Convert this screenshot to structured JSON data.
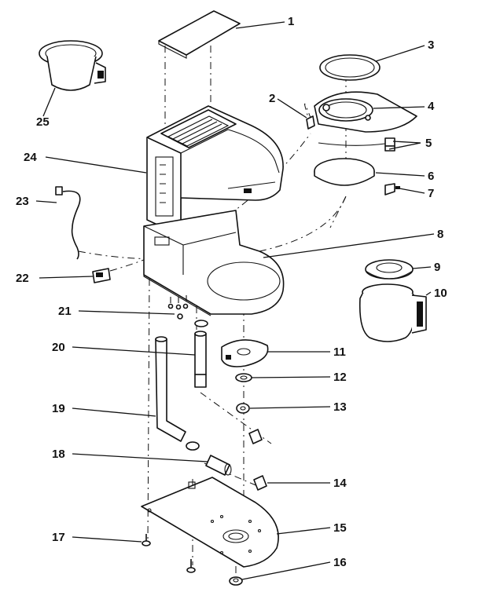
{
  "callouts": [
    {
      "id": "1",
      "text": "1"
    },
    {
      "id": "2",
      "text": "2"
    },
    {
      "id": "3",
      "text": "3"
    },
    {
      "id": "4",
      "text": "4"
    },
    {
      "id": "5",
      "text": "5"
    },
    {
      "id": "6",
      "text": "6"
    },
    {
      "id": "7",
      "text": "7"
    },
    {
      "id": "8",
      "text": "8"
    },
    {
      "id": "9",
      "text": "9"
    },
    {
      "id": "10",
      "text": "10"
    },
    {
      "id": "11",
      "text": "11"
    },
    {
      "id": "12",
      "text": "12"
    },
    {
      "id": "13",
      "text": "13"
    },
    {
      "id": "14",
      "text": "14"
    },
    {
      "id": "15",
      "text": "15"
    },
    {
      "id": "16",
      "text": "16"
    },
    {
      "id": "17",
      "text": "17"
    },
    {
      "id": "18",
      "text": "18"
    },
    {
      "id": "19",
      "text": "19"
    },
    {
      "id": "20",
      "text": "20"
    },
    {
      "id": "21",
      "text": "21"
    },
    {
      "id": "22",
      "text": "22"
    },
    {
      "id": "23",
      "text": "23"
    },
    {
      "id": "24",
      "text": "24"
    },
    {
      "id": "25",
      "text": "25"
    }
  ],
  "colors": {
    "ink": "#111111",
    "paper": "#ffffff"
  }
}
